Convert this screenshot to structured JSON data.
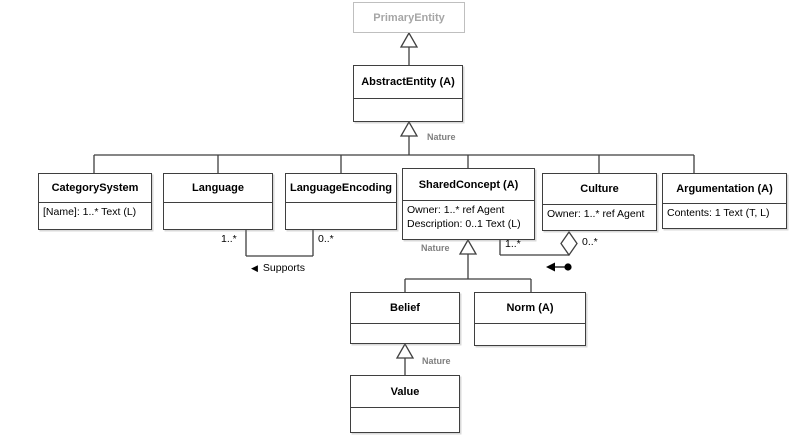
{
  "classes": [
    {
      "name": "PrimaryEntity"
    },
    {
      "name": "AbstractEntity (A)"
    },
    {
      "name": "CategorySystem",
      "attrs": [
        "[Name]: 1..* Text (L)"
      ]
    },
    {
      "name": "Language"
    },
    {
      "name": "LanguageEncoding"
    },
    {
      "name": "SharedConcept (A)",
      "attrs": [
        "Owner: 1..* ref Agent",
        "Description: 0..1 Text (L)"
      ]
    },
    {
      "name": "Culture",
      "attrs": [
        "Owner: 1..* ref Agent"
      ]
    },
    {
      "name": "Argumentation (A)",
      "attrs": [
        "Contents: 1 Text (T, L)"
      ]
    },
    {
      "name": "Belief"
    },
    {
      "name": "Norm (A)"
    },
    {
      "name": "Value"
    }
  ],
  "edge_labels": {
    "nature_abstract": "Nature",
    "nature_shared": "Nature",
    "nature_belief": "Nature",
    "supports": "Supports",
    "supports_arrow": "◀",
    "language_mult": "1..*",
    "language_encoding_mult": "0..*",
    "shared_concept_mult": "1..*",
    "culture_mult": "0..*"
  },
  "colors": {
    "line": "#3f3f3f",
    "muted_border": "#bfbfbf",
    "muted_text": "#a6a6a6",
    "edge_label_gray": "#7f7f7f",
    "background": "#ffffff"
  }
}
